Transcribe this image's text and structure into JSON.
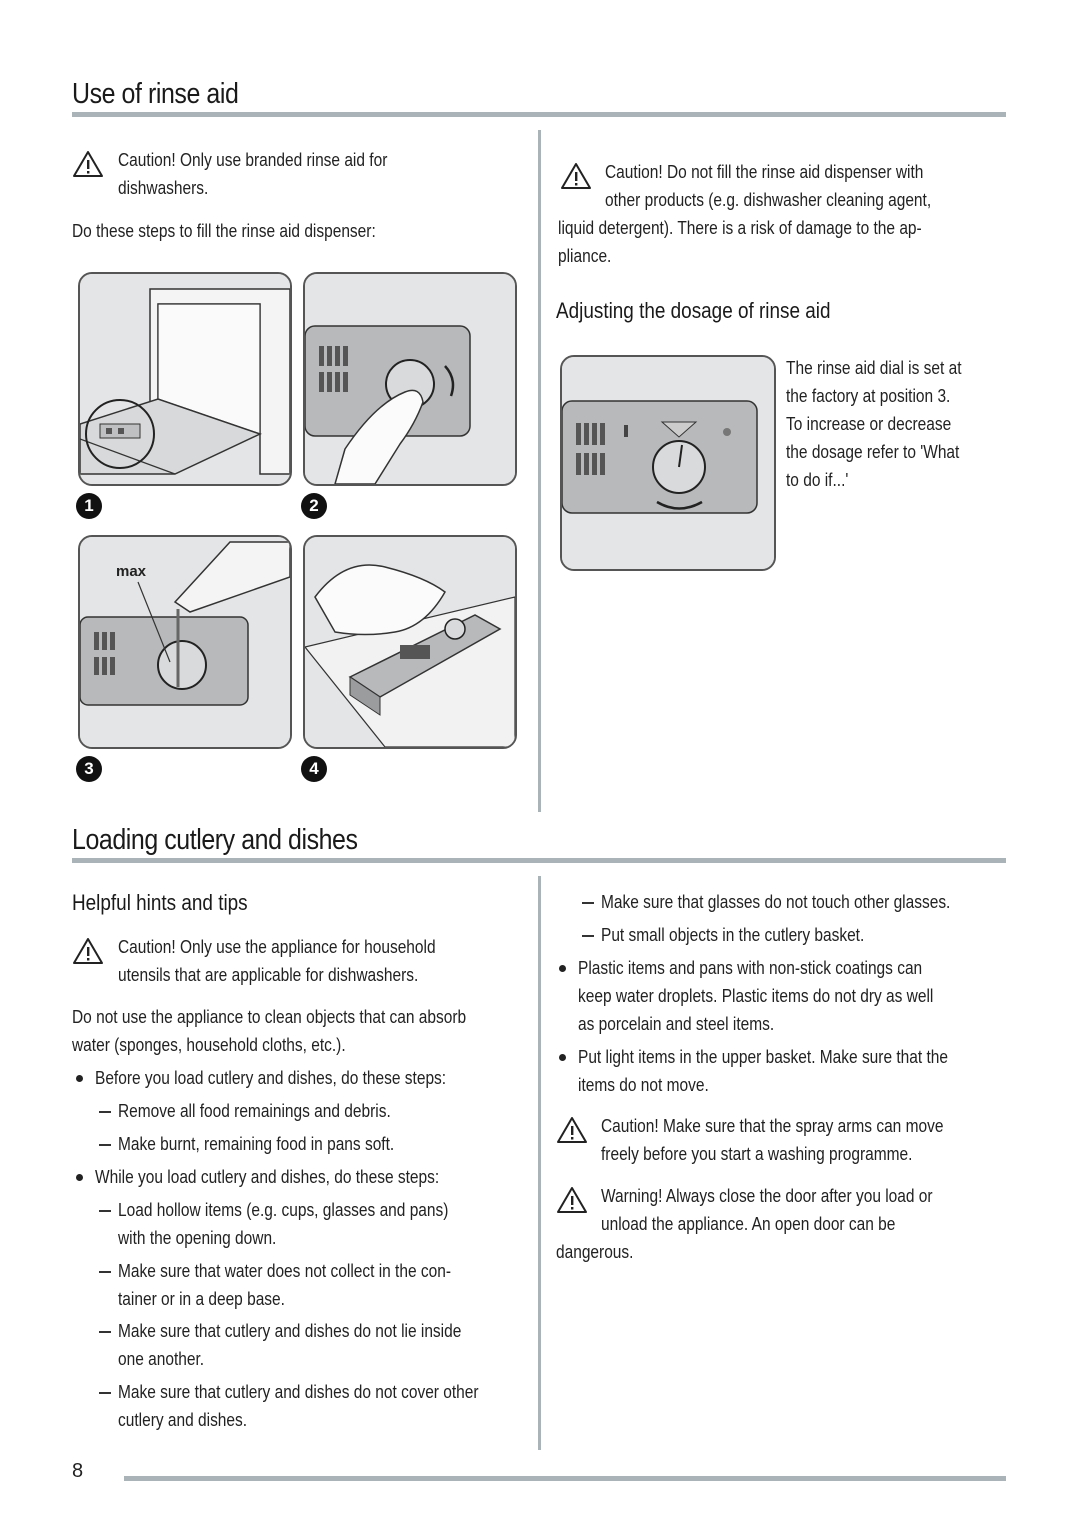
{
  "section1": {
    "title": "Use of rinse aid",
    "caution1_keyword": "Caution!",
    "caution1_lines": [
      "Only use branded rinse aid for",
      "dishwashers."
    ],
    "intro": "Do these steps to fill the rinse aid dispenser:",
    "step_numbers": [
      "1",
      "2",
      "3",
      "4"
    ],
    "max_label": "max",
    "caution2_keyword": "Caution!",
    "caution2_lines": [
      "Do not fill the rinse aid dispenser with",
      "other products (e.g. dishwasher cleaning agent,",
      "liquid detergent). There is a risk of damage to the ap-",
      "pliance."
    ],
    "subheading": "Adjusting the dosage of rinse aid",
    "dosage_lines": [
      "The rinse aid dial is set at",
      "the factory at position 3.",
      "To increase or decrease",
      "the dosage refer to 'What",
      "to do if...'"
    ]
  },
  "section2": {
    "title": "Loading cutlery and dishes",
    "subheading": "Helpful hints and tips",
    "caution_keyword": "Caution!",
    "caution_lines": [
      "Only use the appliance for household",
      "utensils that are applicable for dishwashers."
    ],
    "para_lines": [
      "Do not use the appliance to clean objects that can absorb",
      "water (sponges, household cloths, etc.)."
    ],
    "bullet1": "Before you load cutlery and dishes, do these steps:",
    "b1_dash1": "Remove all food remainings and debris.",
    "b1_dash2": "Make burnt, remaining food in pans soft.",
    "bullet2": "While you load cutlery and dishes, do these steps:",
    "b2_dash1_lines": [
      "Load hollow items (e.g. cups, glasses and pans)",
      "with the opening down."
    ],
    "b2_dash2_lines": [
      "Make sure that water does not collect in the con-",
      "tainer or in a deep base."
    ],
    "b2_dash3_lines": [
      "Make sure that cutlery and dishes do not lie inside",
      "one another."
    ],
    "b2_dash4_lines": [
      "Make sure that cutlery and dishes do not cover other",
      "cutlery and dishes."
    ],
    "r_dash1": "Make sure that glasses do not touch other glasses.",
    "r_dash2": "Put small objects in the cutlery basket.",
    "r_bullet1_lines": [
      "Plastic items and pans with non-stick coatings can",
      "keep water droplets. Plastic items do not dry as well",
      "as porcelain and steel items."
    ],
    "r_bullet2_lines": [
      "Put light items in the upper basket. Make sure that the",
      "items do not move."
    ],
    "r_caution_keyword": "Caution!",
    "r_caution_lines": [
      "Make sure that the spray arms can move",
      "freely before you start a washing programme."
    ],
    "r_warning_keyword": "Warning!",
    "r_warning_lines": [
      "Always close the door after you load or",
      "unload the appliance. An open door can be",
      "dangerous."
    ]
  },
  "footer": {
    "page_number": "8"
  }
}
